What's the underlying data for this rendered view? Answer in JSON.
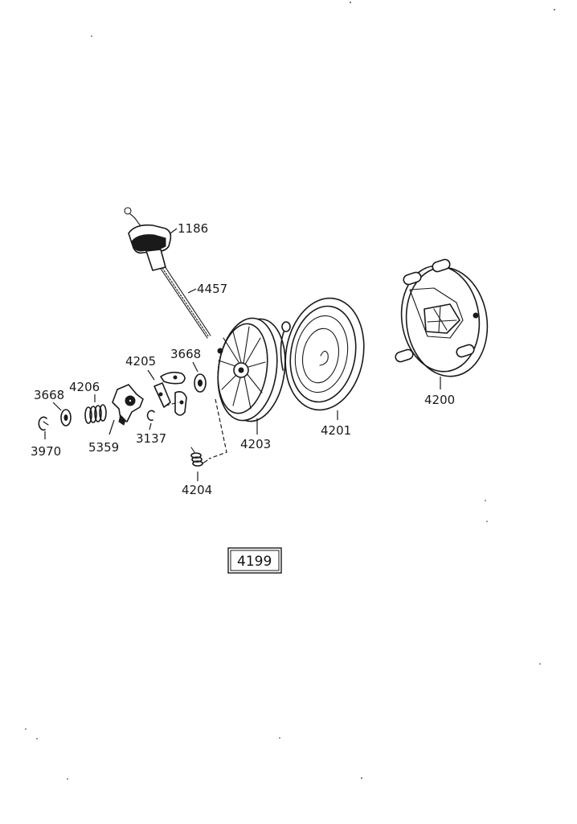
{
  "figure_number": "4199",
  "labels": {
    "p1186": "1186",
    "p4457": "4457",
    "p4205": "4205",
    "p3668_top": "3668",
    "p3668_left": "3668",
    "p4206": "4206",
    "p3970": "3970",
    "p5359": "5359",
    "p3137": "3137",
    "p4203": "4203",
    "p4204": "4204",
    "p4201": "4201",
    "p4200": "4200"
  }
}
